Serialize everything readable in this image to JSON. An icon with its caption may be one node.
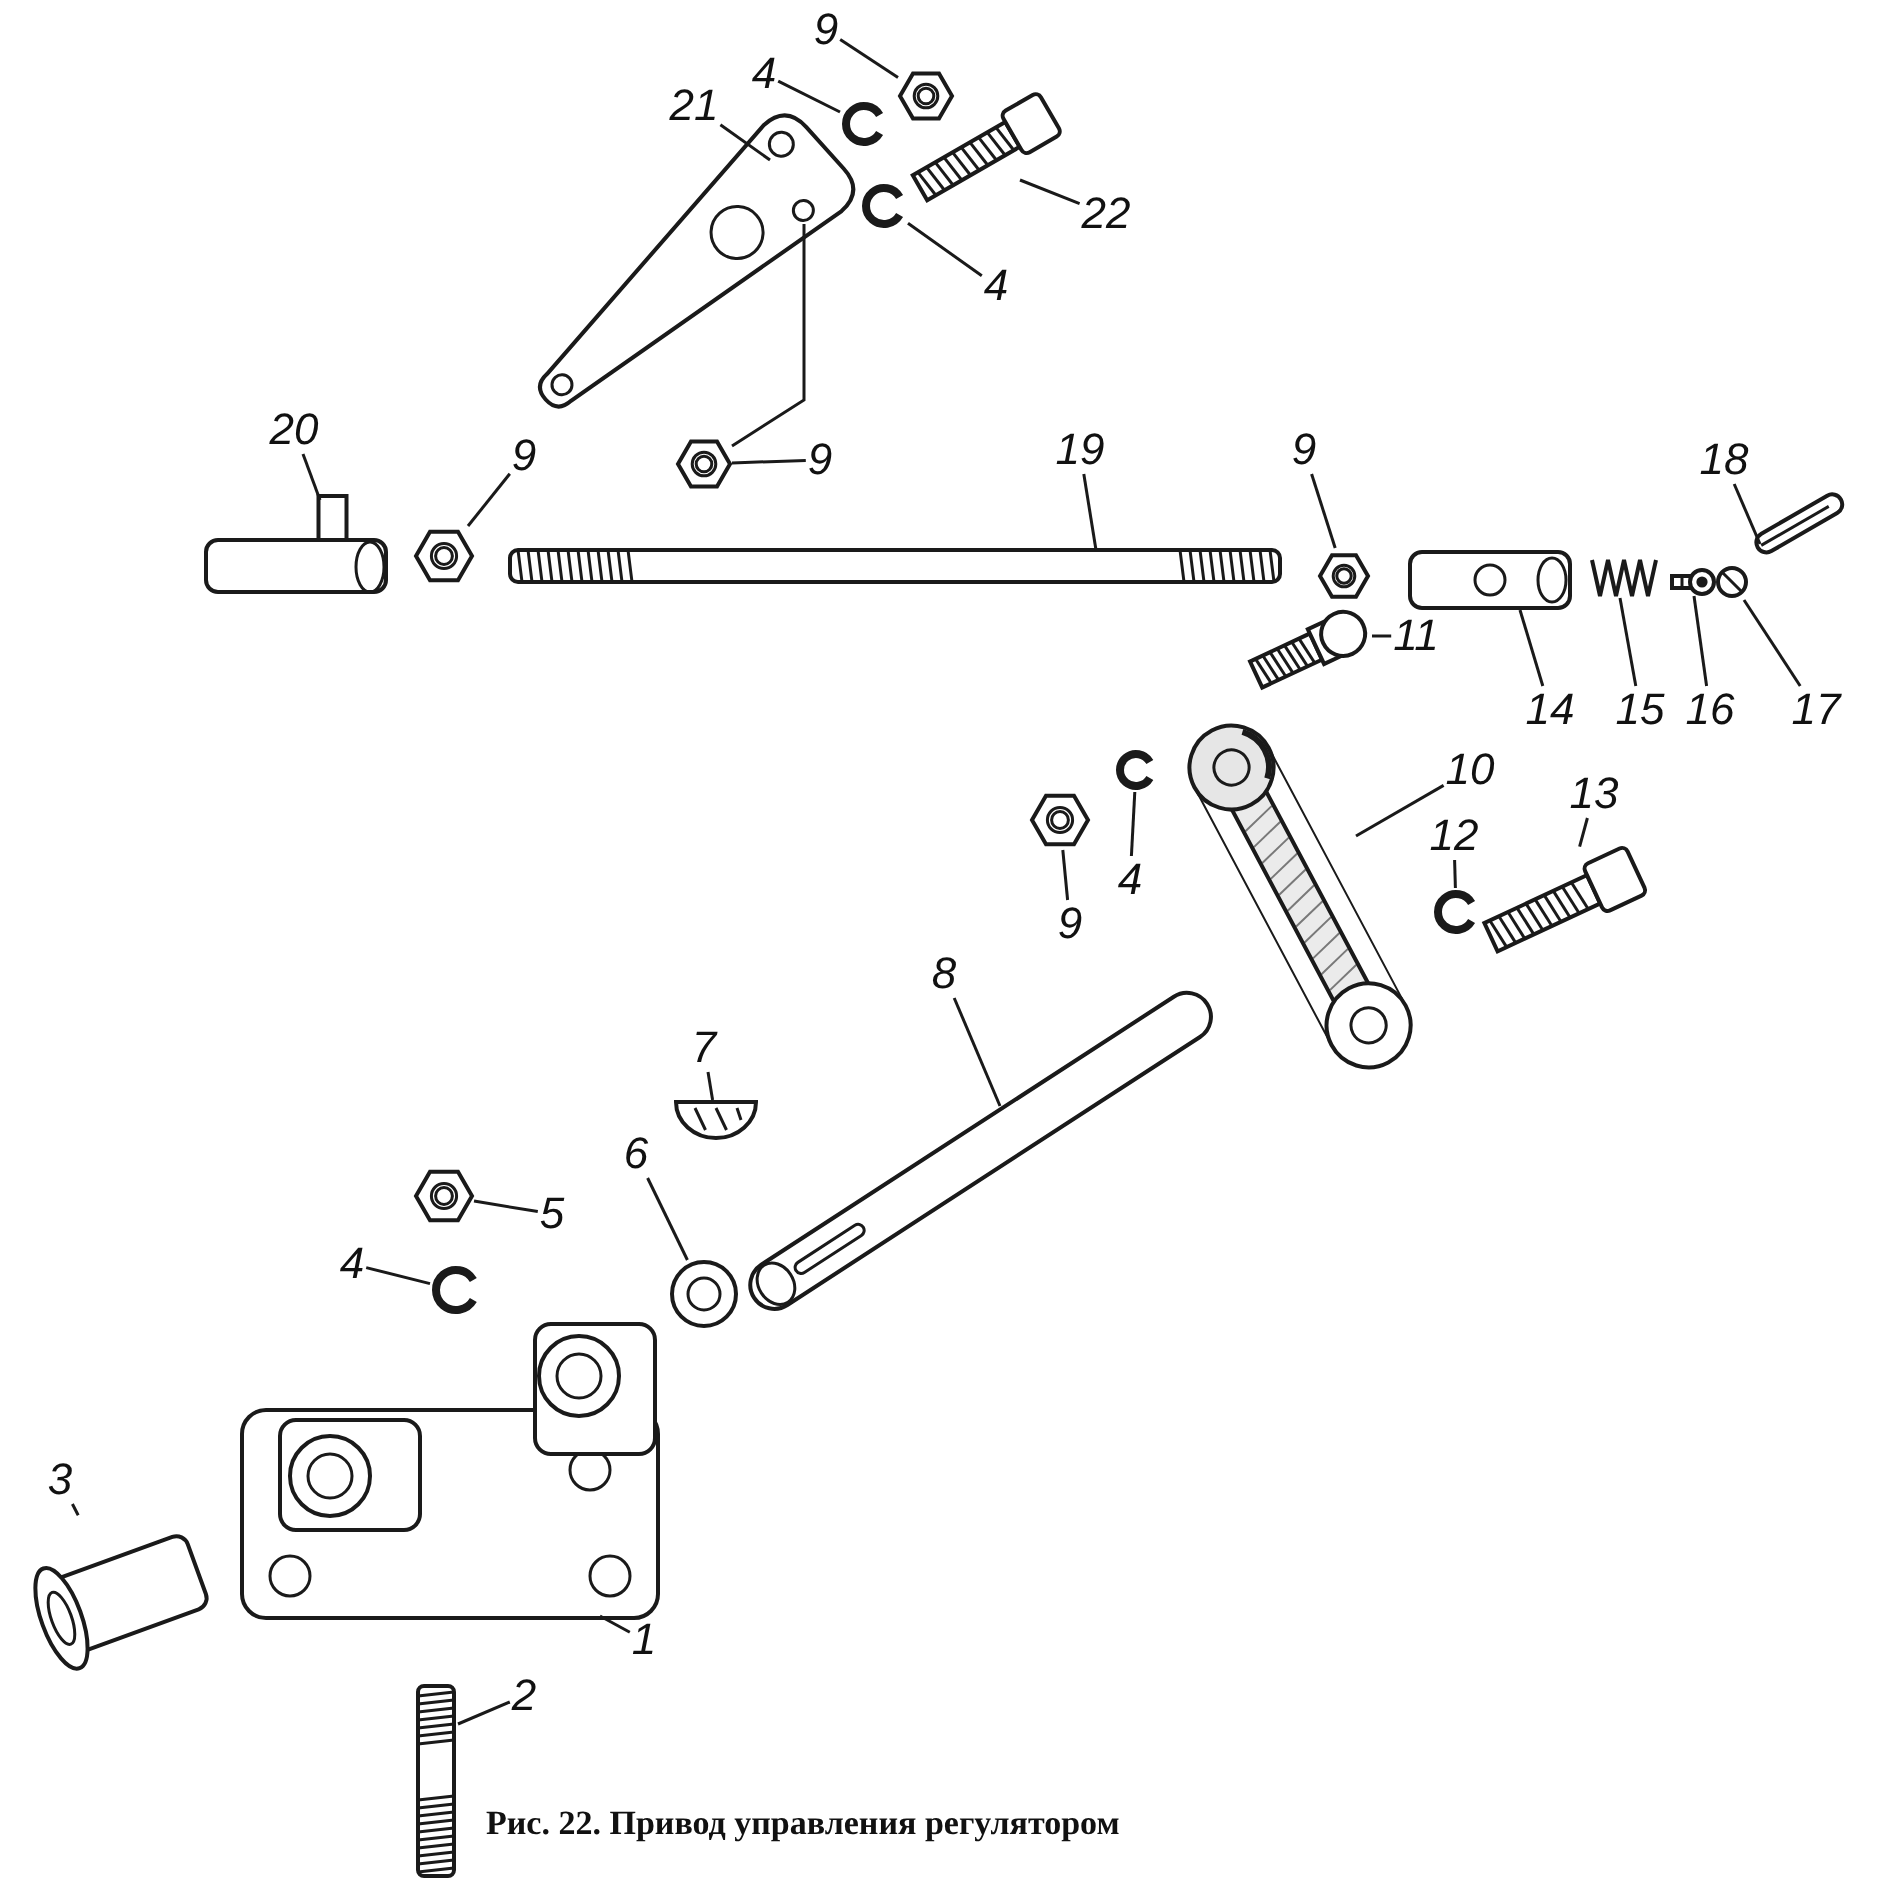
{
  "diagram": {
    "caption": "Рис. 22. Привод управления регулятором",
    "nodes": [
      {
        "text": [
          "21"
        ]
      },
      {
        "text": [],
        "shape": "picture"
      },
      {
        "text": [
          "4"
        ]
      },
      {
        "text": [],
        "shape": "picture"
      },
      {
        "text": [
          "9"
        ]
      },
      {
        "text": [],
        "shape": "picture"
      },
      {
        "text": [
          "22"
        ]
      },
      {
        "text": [],
        "shape": "picture"
      },
      {
        "text": [
          "4"
        ]
      },
      {
        "text": [],
        "shape": "picture"
      },
      {
        "text": [
          "9"
        ]
      },
      {
        "text": [],
        "shape": "picture"
      },
      {
        "text": [
          "20"
        ]
      },
      {
        "text": [],
        "shape": "picture"
      },
      {
        "text": [
          "9"
        ]
      },
      {
        "text": [],
        "shape": "picture"
      },
      {
        "text": [
          "19"
        ]
      },
      {
        "text": [],
        "shape": "picture"
      },
      {
        "text": [
          "9"
        ]
      },
      {
        "text": [],
        "shape": "picture"
      },
      {
        "text": [
          "18"
        ]
      },
      {
        "text": [],
        "shape": "picture"
      },
      {
        "text": [
          "11"
        ]
      },
      {
        "text": [],
        "shape": "picture"
      },
      {
        "text": [
          "14"
        ]
      },
      {
        "text": [],
        "shape": "picture"
      },
      {
        "text": [
          "15"
        ]
      },
      {
        "text": [],
        "shape": "picture"
      },
      {
        "text": [
          "16"
        ]
      },
      {
        "text": [],
        "shape": "picture"
      },
      {
        "text": [
          "17"
        ]
      },
      {
        "text": [],
        "shape": "picture"
      },
      {
        "text": [
          "10"
        ]
      },
      {
        "text": [],
        "shape": "picture"
      },
      {
        "text": [
          "13"
        ]
      },
      {
        "text": [],
        "shape": "picture"
      },
      {
        "text": [
          "12"
        ]
      },
      {
        "text": [],
        "shape": "picture"
      },
      {
        "text": [
          "9"
        ]
      },
      {
        "text": [],
        "shape": "picture"
      },
      {
        "text": [
          "4"
        ]
      },
      {
        "text": [],
        "shape": "picture"
      },
      {
        "text": [
          "8"
        ]
      },
      {
        "text": [],
        "shape": "picture"
      },
      {
        "text": [
          "7"
        ]
      },
      {
        "text": [],
        "shape": "picture"
      },
      {
        "text": [
          "6"
        ]
      },
      {
        "text": [],
        "shape": "picture"
      },
      {
        "text": [
          "5"
        ]
      },
      {
        "text": [],
        "shape": "picture"
      },
      {
        "text": [
          "4"
        ]
      },
      {
        "text": [],
        "shape": "picture"
      },
      {
        "text": [
          "3"
        ]
      },
      {
        "text": [],
        "shape": "picture"
      },
      {
        "text": [
          "1"
        ]
      },
      {
        "text": [],
        "shape": "picture"
      },
      {
        "text": [
          "2"
        ]
      },
      {
        "text": [],
        "shape": "picture"
      }
    ],
    "edges": [
      {
        "from": 0,
        "to": 1,
        "arrow": "none"
      },
      {
        "from": 2,
        "to": 3,
        "arrow": "none"
      },
      {
        "from": 4,
        "to": 5,
        "arrow": "none"
      },
      {
        "from": 6,
        "to": 7,
        "arrow": "none"
      },
      {
        "from": 8,
        "to": 9,
        "arrow": "none"
      },
      {
        "from": 10,
        "to": 11,
        "arrow": "none"
      },
      {
        "from": 12,
        "to": 13,
        "arrow": "none"
      },
      {
        "from": 14,
        "to": 15,
        "arrow": "none"
      },
      {
        "from": 16,
        "to": 17,
        "arrow": "none"
      },
      {
        "from": 18,
        "to": 19,
        "arrow": "none"
      },
      {
        "from": 20,
        "to": 21,
        "arrow": "none"
      },
      {
        "from": 22,
        "to": 23,
        "arrow": "none"
      },
      {
        "from": 24,
        "to": 25,
        "arrow": "none"
      },
      {
        "from": 26,
        "to": 27,
        "arrow": "none"
      },
      {
        "from": 28,
        "to": 29,
        "arrow": "none"
      },
      {
        "from": 30,
        "to": 31,
        "arrow": "none"
      },
      {
        "from": 32,
        "to": 33,
        "arrow": "none"
      },
      {
        "from": 34,
        "to": 35,
        "arrow": "none"
      },
      {
        "from": 36,
        "to": 37,
        "arrow": "none"
      },
      {
        "from": 38,
        "to": 39,
        "arrow": "none"
      },
      {
        "from": 40,
        "to": 41,
        "arrow": "none"
      },
      {
        "from": 42,
        "to": 43,
        "arrow": "none"
      },
      {
        "from": 44,
        "to": 45,
        "arrow": "none"
      },
      {
        "from": 46,
        "to": 47,
        "arrow": "none"
      },
      {
        "from": 48,
        "to": 49,
        "arrow": "none"
      },
      {
        "from": 50,
        "to": 51,
        "arrow": "none"
      },
      {
        "from": 52,
        "to": 53,
        "arrow": "none"
      },
      {
        "from": 54,
        "to": 55,
        "arrow": "none"
      },
      {
        "from": 56,
        "to": 57,
        "arrow": "none"
      },
      {
        "from": 1,
        "to": 11,
        "arrow": "none"
      }
    ]
  }
}
